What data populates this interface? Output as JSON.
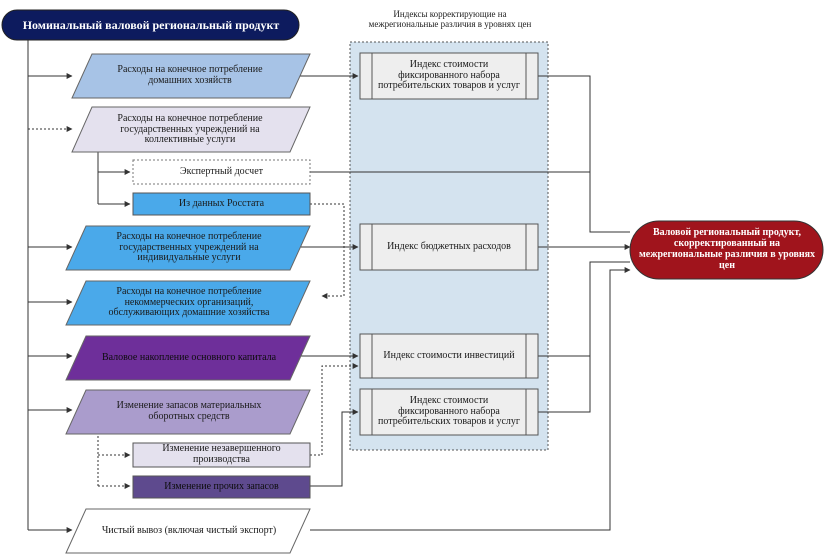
{
  "diagram": {
    "source": {
      "label": "Номинальный валовой региональный продукт",
      "fill": "#0d1b5e",
      "text_color": "#ffffff"
    },
    "region_title": "Индексы корректирующие на межрегиональные различия в уровнях цен",
    "components": [
      {
        "id": "households",
        "label": "Расходы на конечное потребление домашних хозяйств",
        "fill": "#a7c3e6"
      },
      {
        "id": "gov_collective",
        "label": "Расходы на конечное потребление государственных учреждений на коллективные услуги",
        "fill": "#e4e1ee"
      },
      {
        "id": "gov_individual",
        "label": "Расходы на конечное потребление государственных учреждений на индивидуальные услуги",
        "fill": "#4aa9ea"
      },
      {
        "id": "nonprofit",
        "label": "Расходы на конечное потребление некоммерческих организаций, обслуживающих домашние хозяйства",
        "fill": "#4aa9ea"
      },
      {
        "id": "gross_capital",
        "label": "Валовое накопление основного капитала",
        "fill": "#6e2f9a"
      },
      {
        "id": "inventories",
        "label": "Изменение запасов материальных оборотных средств",
        "fill": "#aa9ccc"
      },
      {
        "id": "net_export",
        "label": "Чистый вывоз (включая чистый экспорт)",
        "fill": "#ffffff"
      }
    ],
    "sub_items": [
      {
        "id": "expert",
        "label": "Экспертный досчет",
        "fill": "#ffffff"
      },
      {
        "id": "rosstat",
        "label": "Из данных Росстата",
        "fill": "#4aa9ea"
      },
      {
        "id": "wip",
        "label": "Изменение незавершенного производства",
        "fill": "#e4e1ee"
      },
      {
        "id": "other_stocks",
        "label": "Изменение прочих запасов",
        "fill": "#5e4a8e"
      }
    ],
    "indices": [
      {
        "id": "cpi1",
        "label": "Индекс стоимости фиксированного набора потребительских товаров и услуг"
      },
      {
        "id": "budget",
        "label": "Индекс бюджетных расходов"
      },
      {
        "id": "invest",
        "label": "Индекс стоимости инвестиций"
      },
      {
        "id": "cpi2",
        "label": "Индекс стоимости фиксированного набора потребительских товаров и услуг"
      }
    ],
    "result": {
      "label": "Валовой региональный продукт, скорректированный на межрегиональные различия в уровнях цен",
      "fill": "#a0141c",
      "text_color": "#ffffff"
    }
  }
}
